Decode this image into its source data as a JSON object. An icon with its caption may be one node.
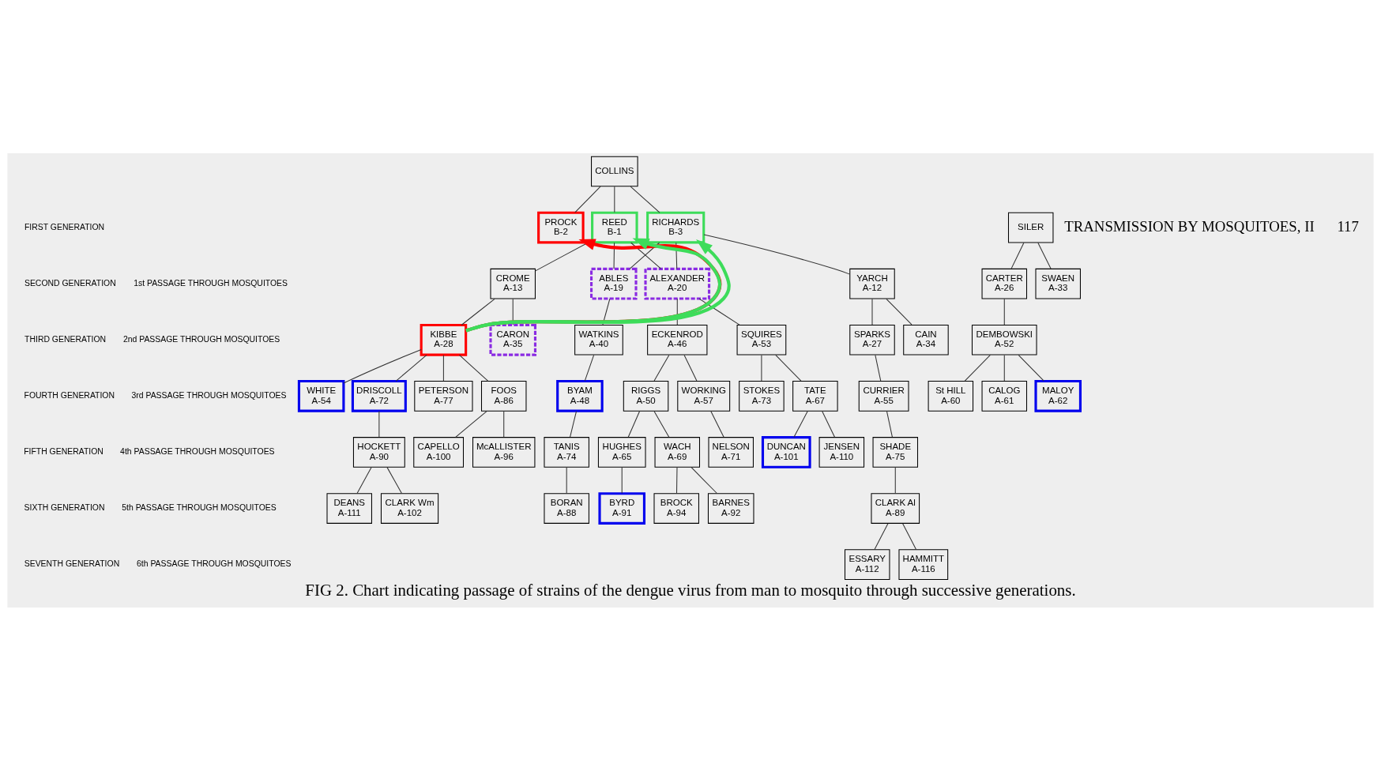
{
  "diagram": {
    "caption": "FIG 2. Chart indicating passage of strains of the dengue virus from man to mosquito through successive generations.",
    "nodes": [
      {
        "text": [
          "COLLINS"
        ]
      },
      {
        "text": [
          "PROCK",
          "B-2"
        ]
      },
      {
        "text": [
          "REED",
          "B-1"
        ]
      },
      {
        "text": [
          "RICHARDS",
          "B-3"
        ]
      },
      {
        "text": [
          "SILER"
        ]
      },
      {
        "text": [
          "CROME",
          "A-13"
        ]
      },
      {
        "text": [
          "ABLES",
          "A-19"
        ]
      },
      {
        "text": [
          "ALEXANDER",
          "A-20"
        ]
      },
      {
        "text": [
          "YARCH",
          "A-12"
        ]
      },
      {
        "text": [
          "CARTER",
          "A-26"
        ]
      },
      {
        "text": [
          "SWAEN",
          "A-33"
        ]
      },
      {
        "text": [
          "KIBBE",
          "A-28"
        ]
      },
      {
        "text": [
          "CARON",
          "A-35"
        ]
      },
      {
        "text": [
          "WATKINS",
          "A-40"
        ]
      },
      {
        "text": [
          "ECKENROD",
          "A-46"
        ]
      },
      {
        "text": [
          "SQUIRES",
          "A-53"
        ]
      },
      {
        "text": [
          "SPARKS",
          "A-27"
        ]
      },
      {
        "text": [
          "CAIN",
          "A-34"
        ]
      },
      {
        "text": [
          "DEMBOWSKI",
          "A-52"
        ]
      },
      {
        "text": [
          "WHITE",
          "A-54"
        ]
      },
      {
        "text": [
          "DRISCOLL",
          "A-72"
        ]
      },
      {
        "text": [
          "PETERSON",
          "A-77"
        ]
      },
      {
        "text": [
          "FOOS",
          "A-86"
        ]
      },
      {
        "text": [
          "BYAM",
          "A-48"
        ]
      },
      {
        "text": [
          "RIGGS",
          "A-50"
        ]
      },
      {
        "text": [
          "WORKING",
          "A-57"
        ]
      },
      {
        "text": [
          "STOKES",
          "A-73"
        ]
      },
      {
        "text": [
          "TATE",
          "A-67"
        ]
      },
      {
        "text": [
          "CURRIER",
          "A-55"
        ]
      },
      {
        "text": [
          "St HILL",
          "A-60"
        ]
      },
      {
        "text": [
          "CALOG",
          "A-61"
        ]
      },
      {
        "text": [
          "MALOY",
          "A-62"
        ]
      },
      {
        "text": [
          "HOCKETT",
          "A-90"
        ]
      },
      {
        "text": [
          "CAPELLO",
          "A-100"
        ]
      },
      {
        "text": [
          "McALLISTER",
          "A-96"
        ]
      },
      {
        "text": [
          "TANIS",
          "A-74"
        ]
      },
      {
        "text": [
          "HUGHES",
          "A-65"
        ]
      },
      {
        "text": [
          "WACH",
          "A-69"
        ]
      },
      {
        "text": [
          "NELSON",
          "A-71"
        ]
      },
      {
        "text": [
          "DUNCAN",
          "A-101"
        ]
      },
      {
        "text": [
          "JENSEN",
          "A-110"
        ]
      },
      {
        "text": [
          "SHADE",
          "A-75"
        ]
      },
      {
        "text": [
          "DEANS",
          "A-111"
        ]
      },
      {
        "text": [
          "CLARK Wm",
          "A-102"
        ]
      },
      {
        "text": [
          "BORAN",
          "A-88"
        ]
      },
      {
        "text": [
          "BYRD",
          "A-91"
        ]
      },
      {
        "text": [
          "BROCK",
          "A-94"
        ]
      },
      {
        "text": [
          "BARNES",
          "A-92"
        ]
      },
      {
        "text": [
          "CLARK Al",
          "A-89"
        ]
      },
      {
        "text": [
          "ESSARY",
          "A-112"
        ]
      },
      {
        "text": [
          "HAMMITT",
          "A-116"
        ]
      }
    ],
    "edges": [
      {
        "from": 0,
        "to": 1,
        "arrow": "none"
      },
      {
        "from": 0,
        "to": 2,
        "arrow": "none"
      },
      {
        "from": 0,
        "to": 3,
        "arrow": "none"
      },
      {
        "from": 2,
        "to": 5,
        "arrow": "none"
      },
      {
        "from": 2,
        "to": 6,
        "arrow": "none"
      },
      {
        "from": 2,
        "to": 7,
        "arrow": "none"
      },
      {
        "from": 3,
        "to": 6,
        "arrow": "none"
      },
      {
        "from": 3,
        "to": 7,
        "arrow": "none"
      },
      {
        "from": 3,
        "to": 8,
        "arrow": "none"
      },
      {
        "from": 4,
        "to": 9,
        "arrow": "none"
      },
      {
        "from": 4,
        "to": 10,
        "arrow": "none"
      },
      {
        "from": 5,
        "to": 11,
        "arrow": "none"
      },
      {
        "from": 5,
        "to": 12,
        "arrow": "none"
      },
      {
        "from": 6,
        "to": 13,
        "arrow": "none"
      },
      {
        "from": 7,
        "to": 14,
        "arrow": "none"
      },
      {
        "from": 7,
        "to": 15,
        "arrow": "none"
      },
      {
        "from": 8,
        "to": 16,
        "arrow": "none"
      },
      {
        "from": 8,
        "to": 17,
        "arrow": "none"
      },
      {
        "from": 9,
        "to": 18,
        "arrow": "none"
      },
      {
        "from": 11,
        "to": 19,
        "arrow": "none"
      },
      {
        "from": 11,
        "to": 20,
        "arrow": "none"
      },
      {
        "from": 11,
        "to": 21,
        "arrow": "none"
      },
      {
        "from": 11,
        "to": 22,
        "arrow": "none"
      },
      {
        "from": 13,
        "to": 23,
        "arrow": "none"
      },
      {
        "from": 14,
        "to": 24,
        "arrow": "none"
      },
      {
        "from": 14,
        "to": 25,
        "arrow": "none"
      },
      {
        "from": 15,
        "to": 26,
        "arrow": "none"
      },
      {
        "from": 15,
        "to": 27,
        "arrow": "none"
      },
      {
        "from": 16,
        "to": 28,
        "arrow": "none"
      },
      {
        "from": 18,
        "to": 29,
        "arrow": "none"
      },
      {
        "from": 18,
        "to": 30,
        "arrow": "none"
      },
      {
        "from": 18,
        "to": 31,
        "arrow": "none"
      },
      {
        "from": 20,
        "to": 32,
        "arrow": "none"
      },
      {
        "from": 22,
        "to": 33,
        "arrow": "none"
      },
      {
        "from": 22,
        "to": 34,
        "arrow": "none"
      },
      {
        "from": 23,
        "to": 35,
        "arrow": "none"
      },
      {
        "from": 24,
        "to": 36,
        "arrow": "none"
      },
      {
        "from": 24,
        "to": 37,
        "arrow": "none"
      },
      {
        "from": 25,
        "to": 38,
        "arrow": "none"
      },
      {
        "from": 27,
        "to": 39,
        "arrow": "none"
      },
      {
        "from": 27,
        "to": 40,
        "arrow": "none"
      },
      {
        "from": 28,
        "to": 41,
        "arrow": "none"
      },
      {
        "from": 32,
        "to": 42,
        "arrow": "none"
      },
      {
        "from": 32,
        "to": 43,
        "arrow": "none"
      },
      {
        "from": 35,
        "to": 44,
        "arrow": "none"
      },
      {
        "from": 36,
        "to": 45,
        "arrow": "none"
      },
      {
        "from": 37,
        "to": 46,
        "arrow": "none"
      },
      {
        "from": 37,
        "to": 47,
        "arrow": "none"
      },
      {
        "from": 41,
        "to": 48,
        "arrow": "none"
      },
      {
        "from": 48,
        "to": 49,
        "arrow": "none"
      },
      {
        "from": 48,
        "to": 50,
        "arrow": "none"
      },
      {
        "from": 11,
        "to": 1,
        "arrow": "to",
        "style": "thick",
        "color": "#ff0000"
      },
      {
        "from": 11,
        "to": 2,
        "arrow": "to",
        "style": "thick",
        "color": "#3ddc5a"
      },
      {
        "from": 11,
        "to": 3,
        "arrow": "to",
        "style": "thick",
        "color": "#3ddc5a"
      }
    ],
    "labels": [
      "FIRST GENERATION",
      "SECOND GENERATION",
      "1st PASSAGE THROUGH MOSQUITOES",
      "THIRD GENERATION",
      "2nd PASSAGE THROUGH MOSQUITOES",
      "FOURTH GENERATION",
      "3rd PASSAGE THROUGH MOSQUITOES",
      "FIFTH GENERATION",
      "4th PASSAGE THROUGH MOSQUITOES",
      "SIXTH GENERATION",
      "5th PASSAGE THROUGH MOSQUITOES",
      "SEVENTH GENERATION",
      "6th PASSAGE THROUGH MOSQUITOES",
      "TRANSMISSION BY MOSQUITOES, II",
      "117"
    ]
  }
}
